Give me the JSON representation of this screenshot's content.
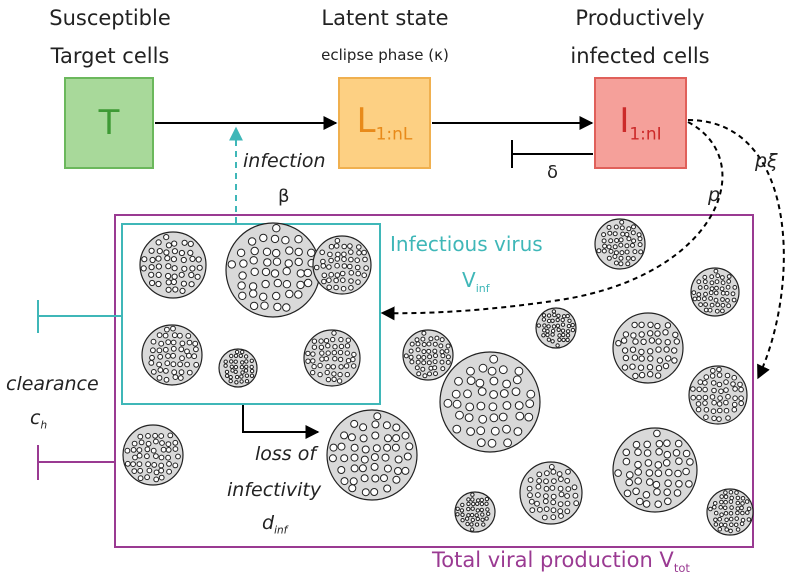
{
  "stages": {
    "susceptible": {
      "line1": "Susceptible",
      "line2": "Target cells",
      "symbol": "T"
    },
    "latent": {
      "line1": "Latent state",
      "line2": "eclipse phase (κ)",
      "symbol": "L",
      "subscript": "1:nL"
    },
    "productive": {
      "line1": "Productively",
      "line2": "infected cells",
      "symbol": "I",
      "subscript": "1:nI"
    }
  },
  "arrows": {
    "infection_label": "infection",
    "infection_rate": "β",
    "death_rate": "δ",
    "p_label": "p",
    "pxi_label": "pξ",
    "clearance_label": "clearance",
    "clearance_symbol": "c",
    "clearance_sub": "h",
    "loss_line1": "loss of",
    "loss_line2": "infectivity",
    "loss_symbol": "d",
    "loss_sub": "inf"
  },
  "infectious": {
    "title": "Infectious virus",
    "symbol": "V",
    "sub": "inf"
  },
  "total": {
    "title": "Total viral production V",
    "sub": "tot"
  },
  "colors": {
    "green_fill": "#a8d99a",
    "green_border": "#6bb85c",
    "green_text": "#3e9a35",
    "orange_fill": "#fdd083",
    "orange_border": "#f0b04f",
    "orange_text": "#e88a1a",
    "red_fill": "#f5a09a",
    "red_border": "#e0605a",
    "red_text": "#cc2a2a",
    "teal": "#3fb7b8",
    "purple": "#9a3a92"
  }
}
